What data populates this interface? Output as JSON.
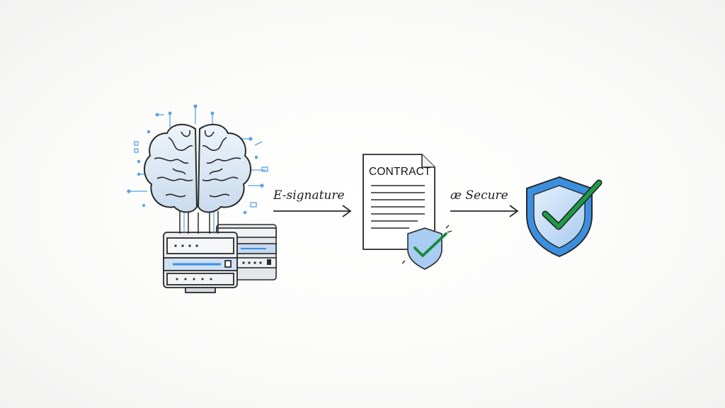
{
  "diagram": {
    "steps": [
      {
        "id": "ai-processing",
        "icon": "brain-server-icon"
      },
      {
        "id": "contract",
        "icon": "contract-document-icon",
        "title": "CONTRACT"
      },
      {
        "id": "secured",
        "icon": "shield-check-icon"
      }
    ],
    "connectors": [
      {
        "label": "E-signature"
      },
      {
        "label": "æ Secure"
      }
    ]
  },
  "colors": {
    "line": "#2a2a2a",
    "brain_fill": "#dfe9f3",
    "accent_blue": "#3b8fe0",
    "shield_fill": "#cfe3f8",
    "check_green": "#1f9a46"
  }
}
